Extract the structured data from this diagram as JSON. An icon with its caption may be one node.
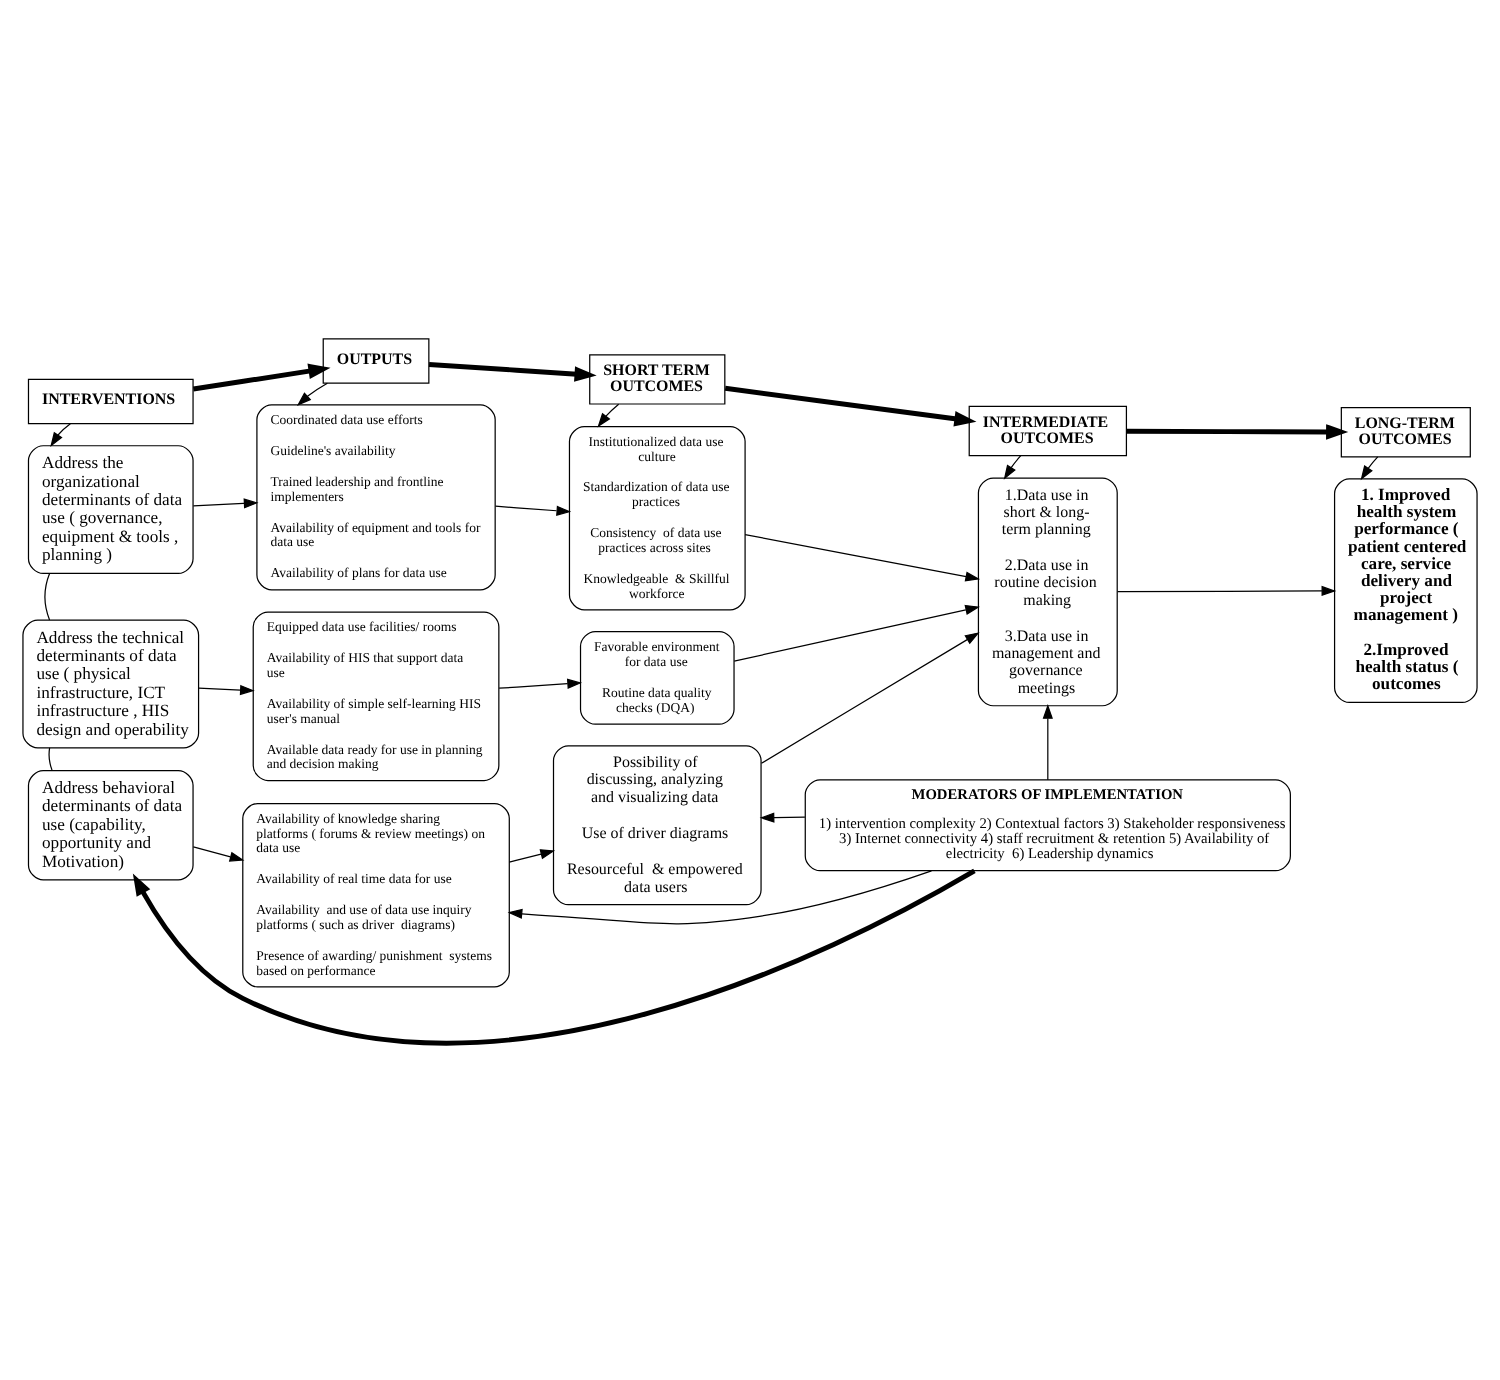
{
  "diagram": {
    "nodes": [
      {
        "text": [
          "INTERVENTIONS"
        ]
      },
      {
        "text": [
          "OUTPUTS"
        ]
      },
      {
        "text": [
          "SHORT TERM OUTCOMES"
        ]
      },
      {
        "text": [
          "INTERMEDIATE OUTCOMES"
        ]
      },
      {
        "text": [
          "LONG-TERM OUTCOMES"
        ]
      },
      {
        "text": [
          "Address the organizational determinants of data use ( governance, equipment & tools , planning )"
        ]
      },
      {
        "text": [
          "Address the technical determinants of data use ( physical infrastructure, ICT infrastructure , HIS design and operability"
        ]
      },
      {
        "text": [
          "Address behavioral determinants of data use (capability, opportunity and Motivation)"
        ]
      },
      {
        "text": [
          "Coordinated data use efforts",
          "Guideline's availability",
          "Trained leadership and frontline implementers",
          "Availability of equipment and tools for data use",
          "Availability of plans for data use"
        ]
      },
      {
        "text": [
          "Equipped data use facilities/ rooms",
          "Availability of HIS that support data use",
          "Availability of simple self-learning HIS user's manual",
          "Available data ready for use in planning and decision making"
        ]
      },
      {
        "text": [
          "Availability of knowledge sharing platforms ( forums & review meetings) on data use",
          "Availability of real time data for use",
          "Availability  and use of data use inquiry platforms ( such as driver  diagrams)",
          "Presence of awarding/ punishment  systems based on performance"
        ]
      },
      {
        "text": [
          "Institutionalized data use culture",
          "Standardization of data use practices",
          "Consistency  of data use practices across sites",
          "Knowledgeable  & Skillful workforce"
        ]
      },
      {
        "text": [
          "Favorable environment for data use",
          "Routine data quality checks (DQA)"
        ]
      },
      {
        "text": [
          "Possibility of discussing, analyzing and visualizing data",
          "Use of driver diagrams",
          "Resourceful  & empowered data users"
        ]
      },
      {
        "text": [
          "1.Data use in short & long-term planning",
          "2.Data use in routine decision making",
          "3.Data use in management and governance meetings"
        ]
      },
      {
        "text": [
          "1. Improved health system performance ( patient centered care, service delivery and project management )",
          "2.Improved health status ( outcomes"
        ]
      },
      {
        "text": [
          "MODERATORS OF IMPLEMENTATION",
          "1) intervention complexity 2) Contextual factors 3) Stakeholder responsiveness 3) Internet connectivity 4) staff recruitment & retention 5) Availability of electricity  6) Leadership dynamics"
        ]
      }
    ],
    "edges": [
      {
        "from": 0,
        "to": 1,
        "arrow": "to",
        "style": "thick"
      },
      {
        "from": 1,
        "to": 2,
        "arrow": "to",
        "style": "thick"
      },
      {
        "from": 2,
        "to": 3,
        "arrow": "to",
        "style": "thick"
      },
      {
        "from": 3,
        "to": 4,
        "arrow": "to",
        "style": "thick"
      },
      {
        "from": 0,
        "to": 5,
        "arrow": "to"
      },
      {
        "from": 1,
        "to": 8,
        "arrow": "to"
      },
      {
        "from": 2,
        "to": 11,
        "arrow": "to"
      },
      {
        "from": 3,
        "to": 14,
        "arrow": "to"
      },
      {
        "from": 4,
        "to": 15,
        "arrow": "to"
      },
      {
        "from": 5,
        "to": 6,
        "arrow": "none"
      },
      {
        "from": 6,
        "to": 7,
        "arrow": "none"
      },
      {
        "from": 5,
        "to": 8,
        "arrow": "to"
      },
      {
        "from": 6,
        "to": 9,
        "arrow": "to"
      },
      {
        "from": 7,
        "to": 10,
        "arrow": "to"
      },
      {
        "from": 8,
        "to": 11,
        "arrow": "to"
      },
      {
        "from": 9,
        "to": 12,
        "arrow": "to"
      },
      {
        "from": 10,
        "to": 13,
        "arrow": "to"
      },
      {
        "from": 11,
        "to": 14,
        "arrow": "to"
      },
      {
        "from": 12,
        "to": 14,
        "arrow": "to"
      },
      {
        "from": 13,
        "to": 14,
        "arrow": "to"
      },
      {
        "from": 14,
        "to": 15,
        "arrow": "to"
      },
      {
        "from": 16,
        "to": 7,
        "arrow": "to",
        "style": "thick"
      },
      {
        "from": 16,
        "to": 10,
        "arrow": "to"
      },
      {
        "from": 16,
        "to": 13,
        "arrow": "to"
      },
      {
        "from": 16,
        "to": 14,
        "arrow": "to"
      }
    ]
  }
}
